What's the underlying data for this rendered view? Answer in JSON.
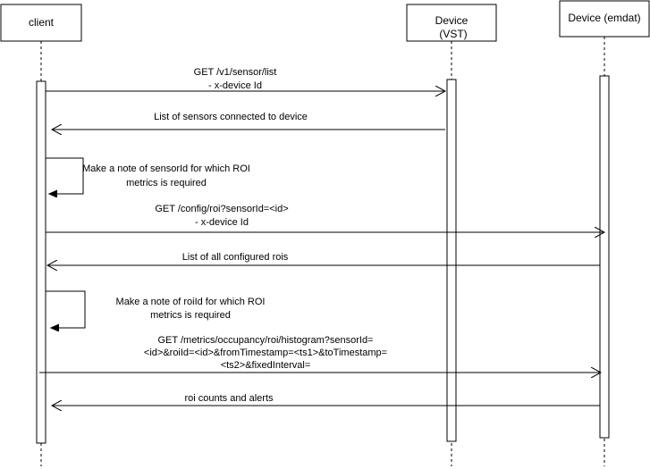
{
  "participants": [
    {
      "id": "client",
      "label": "client"
    },
    {
      "id": "vst",
      "label_line1": "Device",
      "label_line2": "(VST)"
    },
    {
      "id": "emdat",
      "label": "Device (emdat)"
    }
  ],
  "messages": [
    {
      "id": "m1",
      "from": "client",
      "to": "vst",
      "lines": [
        "GET  /v1/sensor/list",
        "- x-device Id"
      ]
    },
    {
      "id": "m2",
      "from": "vst",
      "to": "client",
      "lines": [
        "List of sensors connected  to device"
      ]
    },
    {
      "id": "m3",
      "from": "client",
      "to": "client",
      "self": true,
      "lines": [
        "Make a note of sensorId for which ROI",
        "metrics is required"
      ]
    },
    {
      "id": "m4",
      "from": "client",
      "to": "emdat",
      "lines": [
        "GET /config/roi?sensorId=<id>",
        "- x-device Id"
      ]
    },
    {
      "id": "m5",
      "from": "emdat",
      "to": "client",
      "lines": [
        "List of all configured rois"
      ]
    },
    {
      "id": "m6",
      "from": "client",
      "to": "client",
      "self": true,
      "lines": [
        "Make a note of  roiId for which ROI",
        "metrics is required"
      ]
    },
    {
      "id": "m7",
      "from": "client",
      "to": "emdat",
      "lines": [
        "GET /metrics/occupancy/roi/histogram?sensorId=",
        "<id>&roiId=<id>&fromTimestamp=<ts1>&toTimestamp=",
        "<ts2>&fixedInterval="
      ]
    },
    {
      "id": "m8",
      "from": "emdat",
      "to": "client",
      "lines": [
        "roi counts and alerts"
      ]
    }
  ],
  "colors": {
    "stroke": "#000000",
    "background": "#ffffff"
  }
}
